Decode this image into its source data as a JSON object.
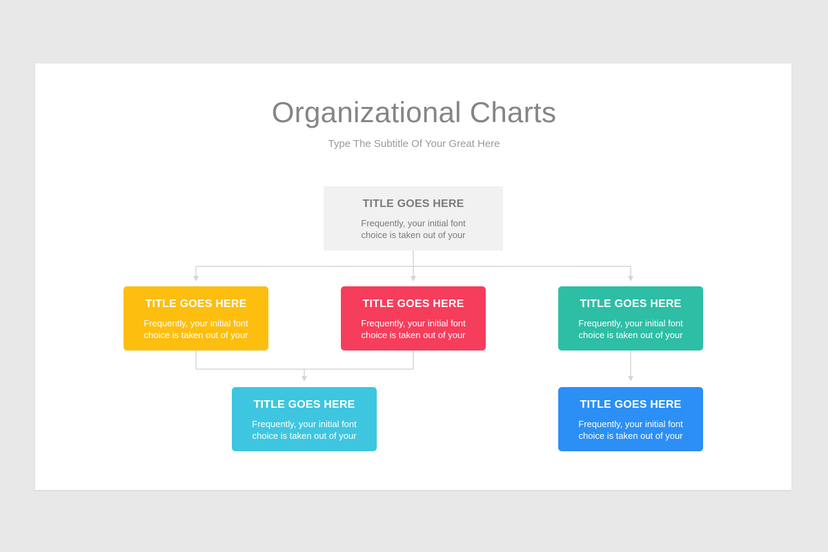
{
  "header": {
    "title": "Organizational Charts",
    "subtitle": "Type The Subtitle Of Your Great Here"
  },
  "colors": {
    "background": "#e9e8e9",
    "slide": "#ffffff",
    "top_box": "#f1f1f1",
    "yellow": "#fdbe0f",
    "red": "#f63d5c",
    "teal": "#2dbea5",
    "cyan": "#3ec6e0",
    "blue": "#2b8ff5",
    "connector": "#d6d6d6"
  },
  "nodes": {
    "top": {
      "title": "TITLE GOES HERE",
      "desc": "Frequently, your initial font choice is taken out of your"
    },
    "yellow": {
      "title": "TITLE GOES HERE",
      "desc": "Frequently, your initial font choice is taken out of your"
    },
    "red": {
      "title": "TITLE GOES HERE",
      "desc": "Frequently, your initial font choice is taken out of your"
    },
    "teal": {
      "title": "TITLE GOES HERE",
      "desc": "Frequently, your initial font choice is taken out of your"
    },
    "cyan": {
      "title": "TITLE GOES HERE",
      "desc": "Frequently, your initial font choice is taken out of your"
    },
    "blue": {
      "title": "TITLE GOES HERE",
      "desc": "Frequently, your initial font choice is taken out of your"
    }
  }
}
